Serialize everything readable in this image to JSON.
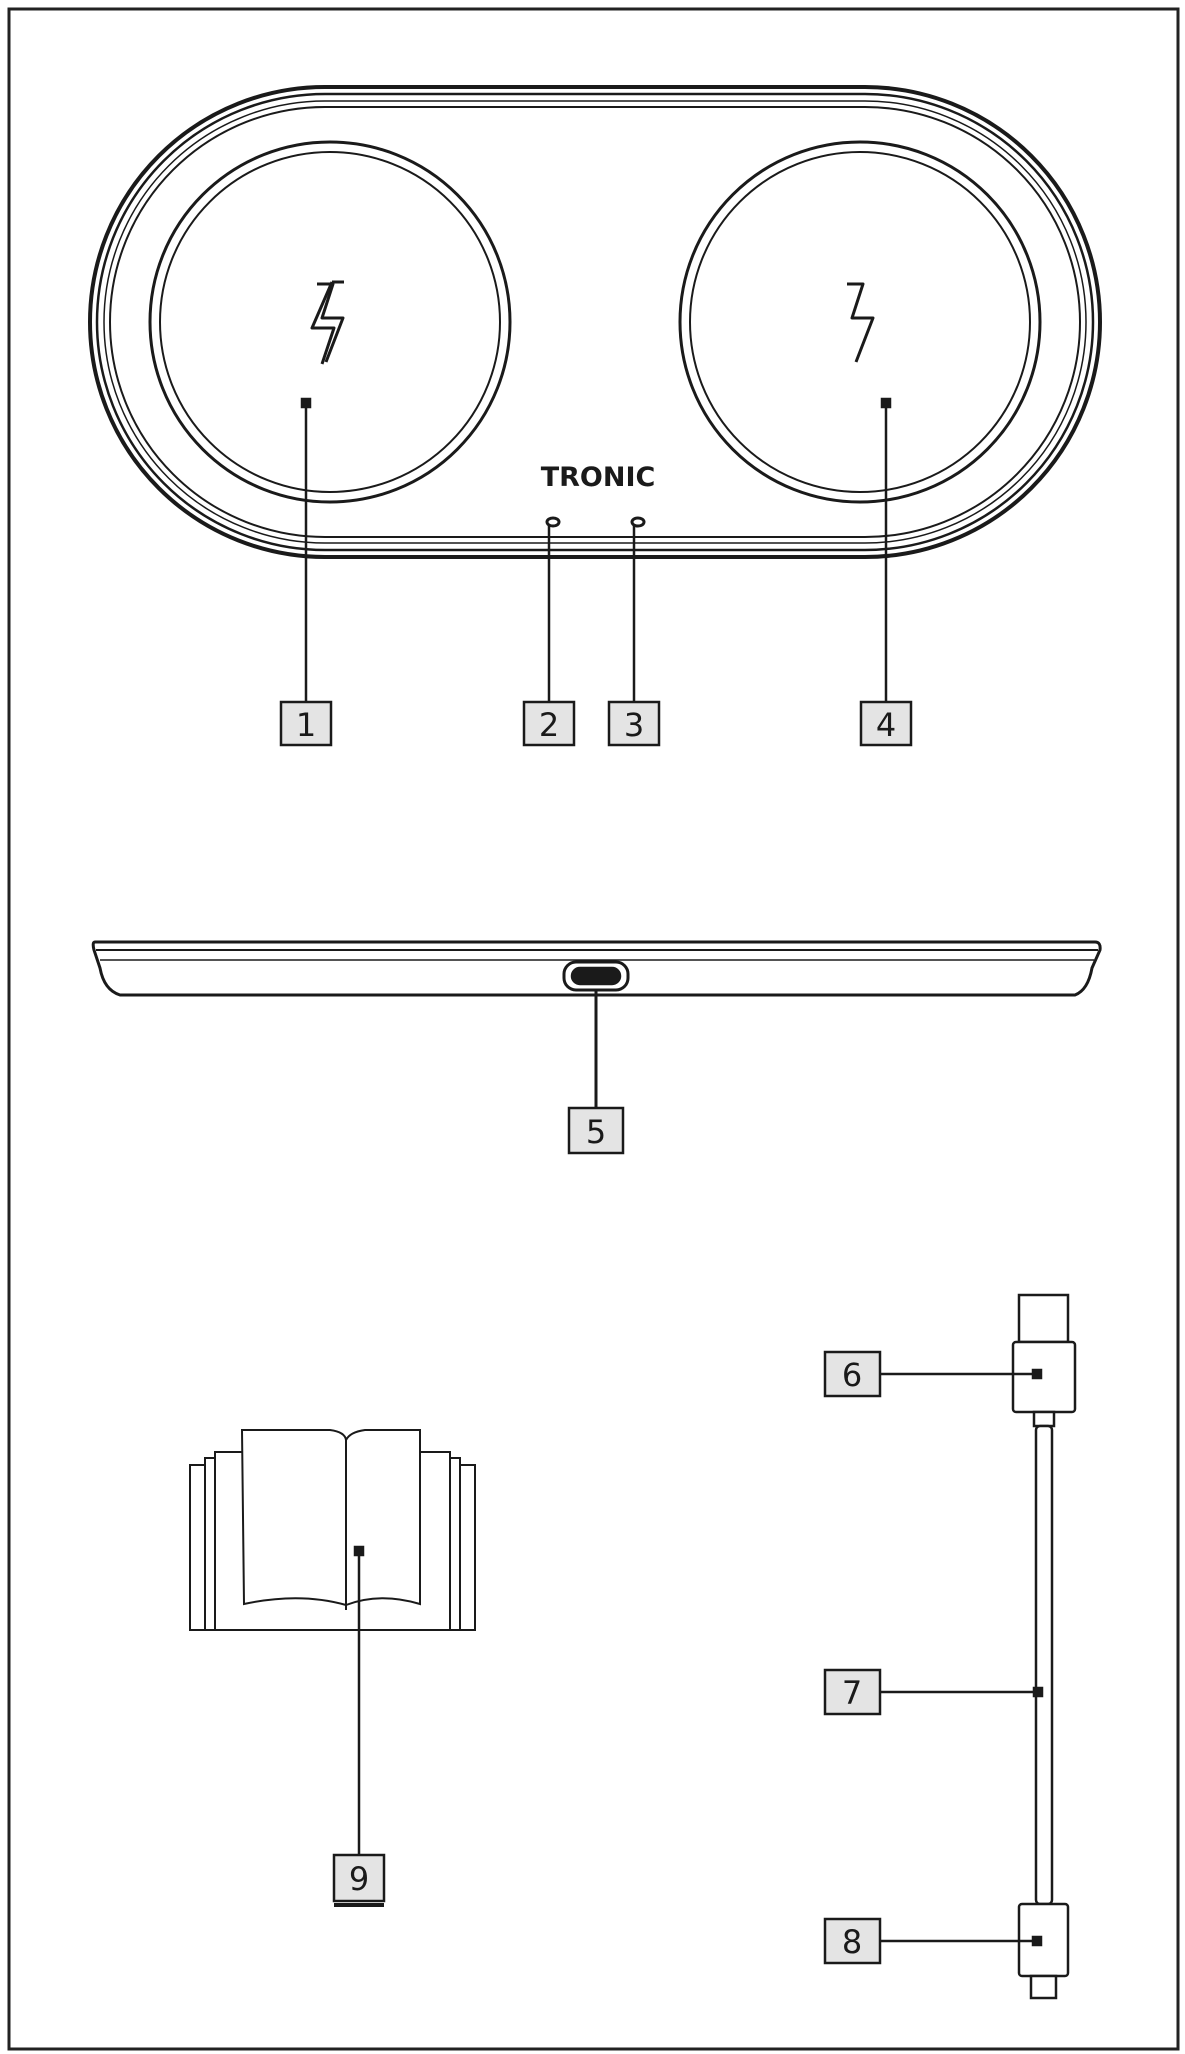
{
  "brand": "TRONIC",
  "callouts": {
    "c1": "1",
    "c2": "2",
    "c3": "3",
    "c4": "4",
    "c5": "5",
    "c6": "6",
    "c7": "7",
    "c8": "8",
    "c9": "9"
  },
  "colors": {
    "line": "#1a1a1a",
    "callout_fill": "#e4e4e4",
    "background": "#ffffff"
  },
  "icons": {
    "charging_pad": "lightning-bolt-icon",
    "manual": "open-book-icon"
  }
}
